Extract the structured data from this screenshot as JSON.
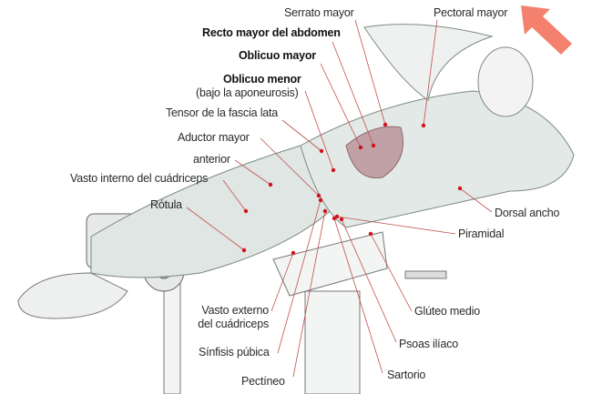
{
  "colors": {
    "leader_line": "#c0504d",
    "dot": "#d0121b",
    "arrow": "#f26a55",
    "muscle": "#8a9a96",
    "accent_muscle": "#a0525a"
  },
  "labels": {
    "serrato": "Serrato mayor",
    "pectoral": "Pectoral mayor",
    "recto": "Recto mayor del abdomen",
    "oblicuo_mayor": "Oblicuo mayor",
    "oblicuo_menor": "Oblicuo menor",
    "oblicuo_menor_note": "(bajo la aponeurosis)",
    "tensor": "Tensor de la fascia lata",
    "aductor": "Aductor mayor",
    "anterior": "anterior",
    "vasto_interno": "Vasto interno del cuádriceps",
    "rotula": "Rótula",
    "dorsal": "Dorsal ancho",
    "piramidal": "Piramidal",
    "gluteo": "Glúteo medio",
    "vasto_externo_1": "Vasto externo",
    "vasto_externo_2": "del cuádriceps",
    "psoas": "Psoas ilíaco",
    "sinfisis": "Sínfisis púbica",
    "sartorio": "Sartorio",
    "pectineo": "Pectíneo"
  },
  "icons": {
    "movement_arrow": "arrow-up-left-icon"
  }
}
